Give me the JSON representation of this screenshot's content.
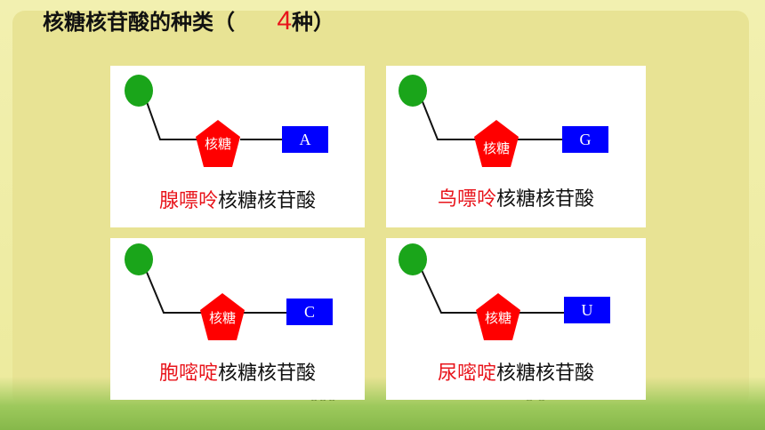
{
  "title": {
    "prefix": "核糖核苷酸的种类（",
    "answer": "4",
    "suffix": "种）"
  },
  "colors": {
    "phosphate": "#1aa51a",
    "sugar": "#ff0000",
    "base": "#0000ff",
    "base_name": "#e8141b",
    "answer": "#e8141b"
  },
  "cards": [
    {
      "sugar": "核糖",
      "base_letter": "A",
      "base_name": "腺嘌呤",
      "rest_name": "核糖核苷酸"
    },
    {
      "sugar": "核糖",
      "base_letter": "G",
      "base_name": "鸟嘌呤",
      "rest_name": "核糖核苷酸"
    },
    {
      "sugar": "核糖",
      "base_letter": "C",
      "base_name": "胞嘧啶",
      "rest_name": "核糖核苷酸"
    },
    {
      "sugar": "核糖",
      "base_letter": "U",
      "base_name": "尿嘧啶",
      "rest_name": "核糖核苷酸"
    }
  ]
}
